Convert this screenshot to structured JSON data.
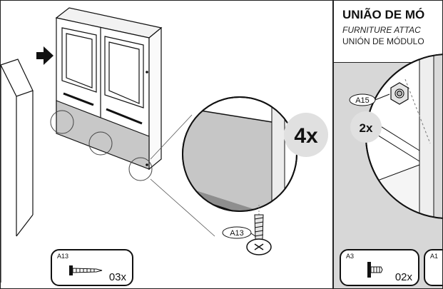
{
  "left_panel": {
    "multiplier": "4x",
    "callout_code": "A13",
    "parts_box": {
      "code": "A13",
      "quantity": "03x"
    }
  },
  "right_panel": {
    "title": "UNIÃO DE MÓ",
    "subtitle_en": "FURNITURE ATTAC",
    "subtitle_es": "UNIÓN DE MÓDULO",
    "callout_code": "A15",
    "multiplier": "2x",
    "parts_boxes": [
      {
        "code": "A3",
        "quantity": "02x"
      },
      {
        "code": "A1",
        "quantity": ""
      }
    ]
  },
  "icons": [
    "arrow-right-icon",
    "screw-icon",
    "nut-icon"
  ],
  "colors": {
    "line": "#111111",
    "panel_gray": "#d7d7d7",
    "cabinet_back": "#c8c8c8",
    "bubble": "#e0e0e0"
  }
}
